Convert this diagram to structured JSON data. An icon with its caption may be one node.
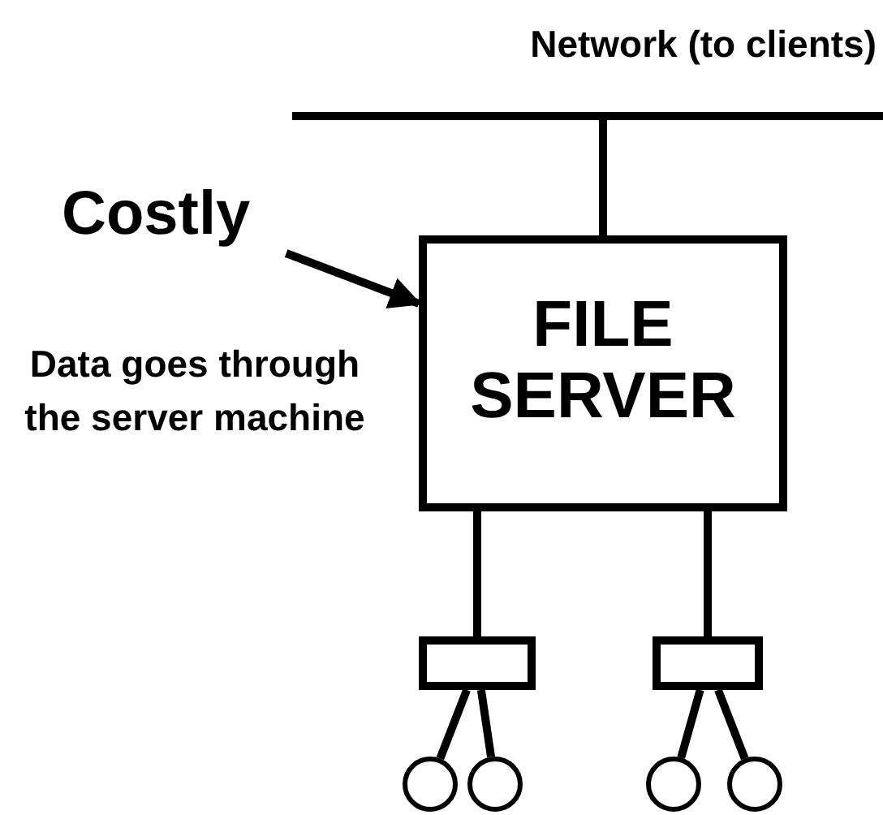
{
  "diagram": {
    "nodes": [
      {
        "text": [
          "Network (to clients)"
        ]
      },
      {
        "text": [
          "FILE SERVER"
        ]
      },
      {
        "text": [
          "Costly"
        ]
      },
      {
        "text": [],
        "shape": "box"
      },
      {
        "text": [],
        "shape": "box"
      },
      {
        "text": [],
        "shape": "circle"
      },
      {
        "text": [],
        "shape": "circle"
      },
      {
        "text": [],
        "shape": "circle"
      },
      {
        "text": [],
        "shape": "circle"
      }
    ],
    "edges": [
      {
        "from": 0,
        "to": 1,
        "arrow": "none"
      },
      {
        "from": 2,
        "to": 1,
        "arrow": "to"
      },
      {
        "from": 1,
        "to": 3,
        "arrow": "none"
      },
      {
        "from": 1,
        "to": 4,
        "arrow": "none"
      },
      {
        "from": 3,
        "to": 5,
        "arrow": "none"
      },
      {
        "from": 3,
        "to": 6,
        "arrow": "none"
      },
      {
        "from": 4,
        "to": 7,
        "arrow": "none"
      },
      {
        "from": 4,
        "to": 8,
        "arrow": "none"
      }
    ],
    "labels": [
      "Data goes through the server machine"
    ]
  }
}
